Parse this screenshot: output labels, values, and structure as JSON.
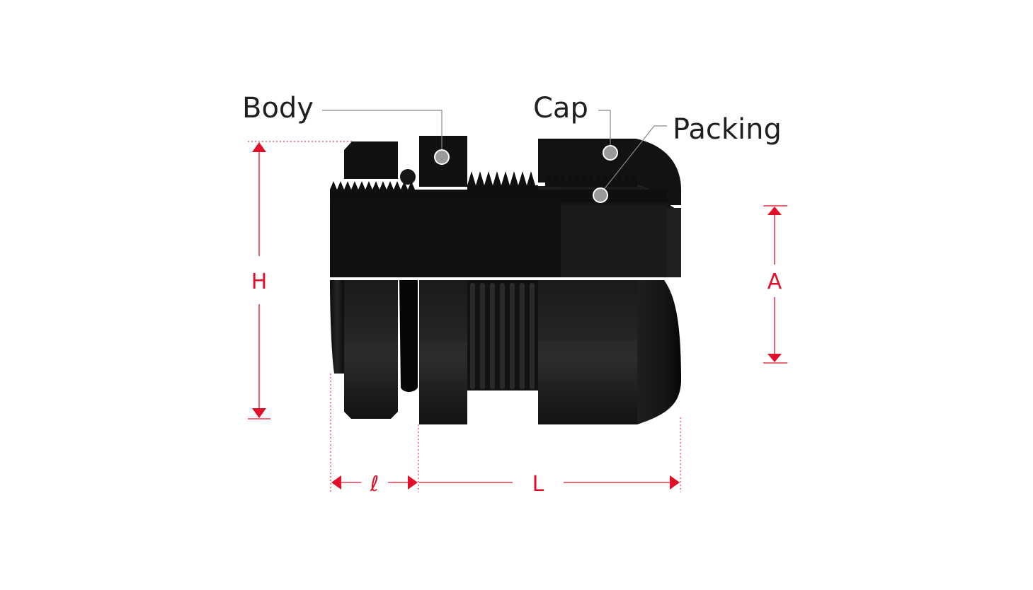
{
  "colors": {
    "dimension": "#e0102a",
    "part_dark": "#0e0e0e",
    "part_mid": "#1c1c1c",
    "part_light": "#2e2e2e",
    "leader": "#888888",
    "label_text": "#1f1f1f"
  },
  "callouts": {
    "body": "Body",
    "cap": "Cap",
    "packing": "Packing"
  },
  "dimensions": {
    "height": "H",
    "seal_diameter": "A",
    "thread_length": "ℓ",
    "overall_length": "L"
  }
}
